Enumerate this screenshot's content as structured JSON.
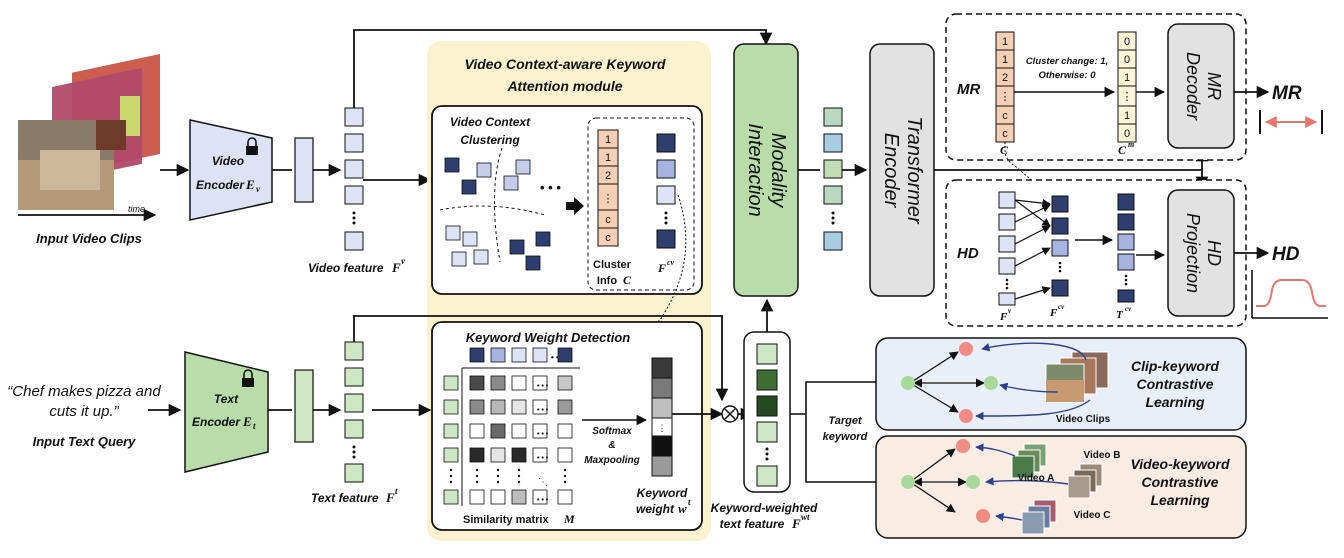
{
  "input_video": {
    "time_label": "time",
    "caption": "Input Video Clips"
  },
  "video_encoder": {
    "line1": "Video",
    "line2": "Encoder",
    "symbol": "E",
    "sub": "v"
  },
  "video_feature": {
    "label": "Video feature ",
    "symbol": "F",
    "sup": "v"
  },
  "vcka": {
    "title1": "Video Context-aware Keyword",
    "title2": "Attention module"
  },
  "clustering": {
    "title1": "Video Context",
    "title2": "Clustering",
    "ellipsis": "• • •"
  },
  "cluster_info": {
    "tokens": [
      "1",
      "1",
      "2",
      "⋮",
      "c",
      "c"
    ],
    "label1": "Cluster",
    "label2": "Info",
    "symbol": "C",
    "fcv": "F",
    "fcv_sup": "cv"
  },
  "keyword_detect": {
    "title": "Keyword Weight Detection",
    "softmax": "Softmax",
    "amp": "&",
    "maxpool": "Maxpooling",
    "matrix_label": "Similarity matrix ",
    "matrix_symbol": "M",
    "weight1": "Keyword",
    "weight2": "weight ",
    "weight_symbol": "w",
    "weight_sup": "t"
  },
  "text_query": {
    "quote1": "“Chef makes pizza and",
    "quote2": "cuts it up.”",
    "caption": "Input Text Query"
  },
  "text_encoder": {
    "line1": "Text",
    "line2": "Encoder",
    "symbol": "E",
    "sub": "t"
  },
  "text_feature": {
    "label": "Text  feature ",
    "symbol": "F",
    "sup": "t"
  },
  "modality": {
    "line1": "Modality",
    "line2": "Interaction"
  },
  "kw_text_feature": {
    "line1": "Keyword-weighted",
    "line2": "text feature ",
    "symbol": "F",
    "sup": "wt"
  },
  "transformer": {
    "line1": "Transformer",
    "line2": "Encoder"
  },
  "mr": {
    "label": "MR",
    "tokens": [
      "1",
      "1",
      "2",
      "⋮",
      "c",
      "c"
    ],
    "c_label": "C",
    "change1": "Cluster change: 1,",
    "change2": "Otherwise: 0",
    "bits": [
      "0",
      "0",
      "1",
      "⋮",
      "1",
      "0"
    ],
    "cm": "C",
    "cm_sup": "m",
    "decoder1": "MR",
    "decoder2": "Decoder",
    "output": "MR"
  },
  "hd": {
    "label": "HD",
    "fv": "F",
    "fv_sup": "v",
    "fcv": "F",
    "fcv_sup": "cv",
    "tcv": "T",
    "tcv_sup": "cv",
    "proj1": "HD",
    "proj2": "Projection",
    "output": "HD"
  },
  "target_keyword": {
    "line1": "Target",
    "line2": "keyword"
  },
  "clip_kw": {
    "line1": "Clip-keyword",
    "line2": "Contrastive",
    "line3": "Learning",
    "clips": "Video Clips"
  },
  "video_kw": {
    "line1": "Video-keyword",
    "line2": "Contrastive",
    "line3": "Learning",
    "a": "Video A",
    "b": "Video B",
    "c": "Video C"
  },
  "colors": {
    "video_blue": "#dde3f5",
    "text_green": "#cfe6c5",
    "peach": "#f6cfb4",
    "bit_yellow": "#fbf5d8",
    "module_bg": "#fdf2d0",
    "modality_green": "#b9dcab",
    "dark_navy": "#2e3e6e",
    "dark_green": "#3c6e34",
    "red_node": "#f08c84",
    "green_node": "#a9d99a",
    "blue_panel": "#e8eff8",
    "pink_panel": "#f9ece3"
  }
}
